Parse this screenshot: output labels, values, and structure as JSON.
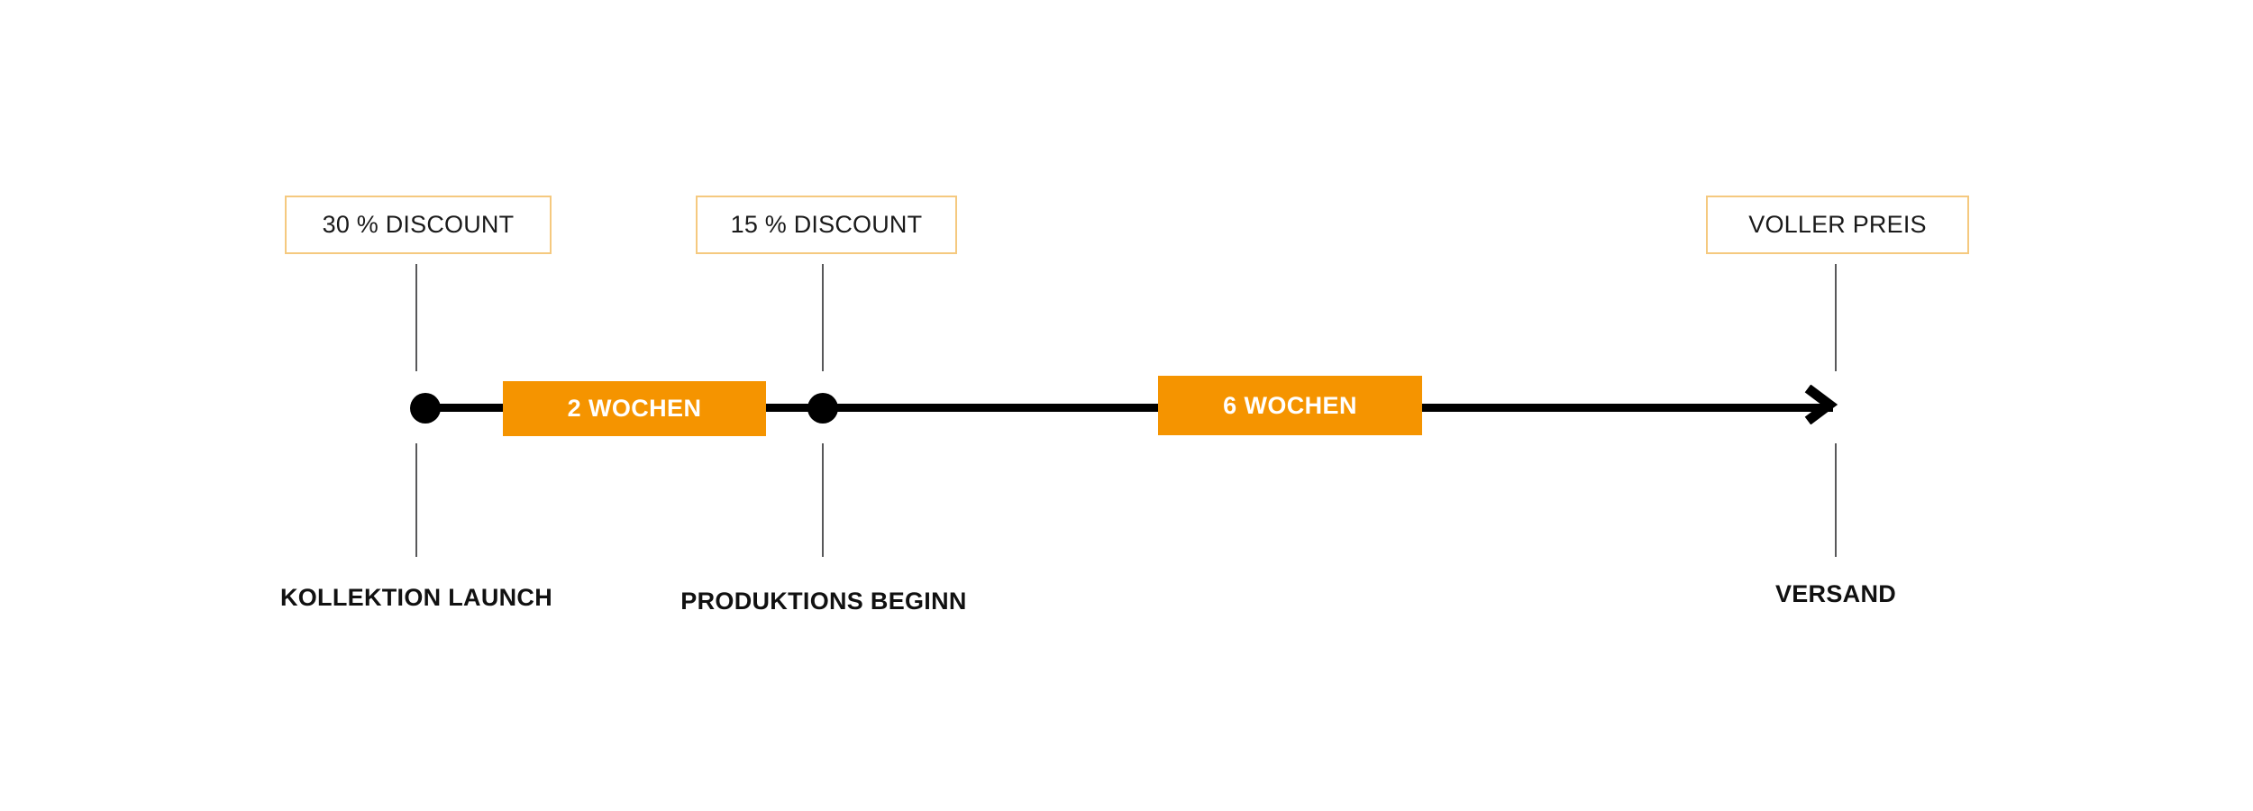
{
  "diagram": {
    "type": "timeline",
    "title": "",
    "colors": {
      "bar_fill": "#f59400",
      "box_border": "#f5c97f",
      "axis": "#000000",
      "stem": "#58585a",
      "background": "#ffffff"
    },
    "callouts": [
      {
        "id": "discount-30",
        "label": "30 % DISCOUNT"
      },
      {
        "id": "discount-15",
        "label": "15 % DISCOUNT"
      },
      {
        "id": "full-price",
        "label": "VOLLER PREIS"
      }
    ],
    "durations": [
      {
        "id": "duration-2-wochen",
        "label": "2 WOCHEN",
        "weeks": 2
      },
      {
        "id": "duration-6-wochen",
        "label": "6 WOCHEN",
        "weeks": 6
      }
    ],
    "milestones": [
      {
        "id": "milestone-kollektion-launch",
        "label": "KOLLEKTION LAUNCH"
      },
      {
        "id": "milestone-produktions-beginn",
        "label": "PRODUKTIONS BEGINN"
      },
      {
        "id": "milestone-versand",
        "label": "VERSAND"
      }
    ]
  }
}
